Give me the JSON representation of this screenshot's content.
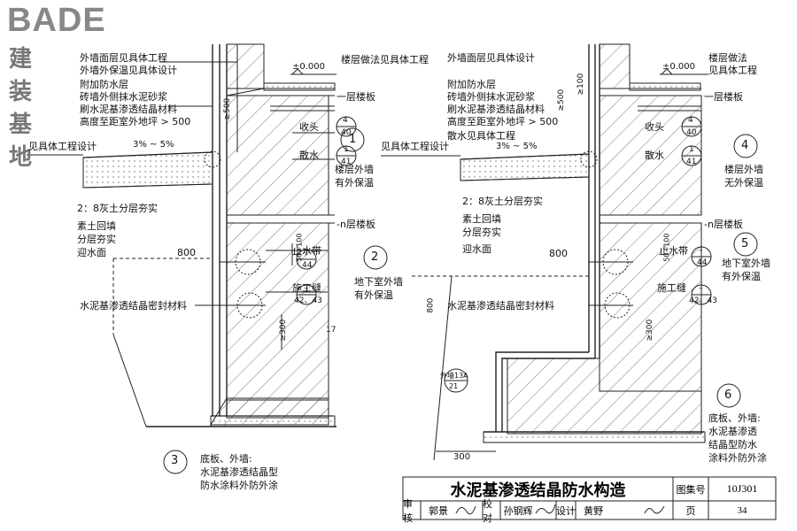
{
  "logo": {
    "brand": "BADE",
    "subtitle": "建 装 基 地"
  },
  "left": {
    "notes_top": [
      "外墙面层见具体工程",
      "外墙外保温见具体设计",
      "附加防水层",
      "砖墙外侧抹水泥砂浆",
      "刷水泥基渗透结晶材料",
      "高度至距室外地坪 > 500"
    ],
    "ground": "见具体工程设计",
    "slope": "3% ~ 5%",
    "elev": "±0.000",
    "floor_note": "楼层做法见具体工程",
    "slab": "一层楼板",
    "dim500": "≥500",
    "shoutou": "收头",
    "sanshui": "散水",
    "ref_4_40": [
      "4",
      "40"
    ],
    "ref_1_41": [
      "1",
      "41"
    ],
    "c1": "1",
    "d1": [
      "楼层外墙",
      "有外保温"
    ],
    "backfill": [
      "2：8灰土分层夯实",
      "素土回填",
      "分层夯实",
      "迎水面"
    ],
    "nslab": "-n层楼板",
    "dim800": "800",
    "zhishui": "止水带",
    "ref_44": [
      "–",
      "44"
    ],
    "c2": "2",
    "d2": [
      "地下室外墙",
      "有外保温"
    ],
    "seal": "水泥基渗透结晶密封材料",
    "shigong": "施工缝",
    "ref_42_43": [
      "–",
      "42、43"
    ],
    "dim300": "≥300",
    "dim50_100": "50~100",
    "num17": "17",
    "c3": "3",
    "d3": [
      "底板、外墙:",
      "水泥基渗透结晶型",
      "防水涂料外防外涂"
    ]
  },
  "right": {
    "notes_top": [
      "外墙面层见具体设计",
      "附加防水层",
      "砖墙外侧抹水泥砂浆",
      "刷水泥基渗透结晶材料",
      "高度至距室外地坪 > 500",
      "散水见具体工程"
    ],
    "ground": "见具体工程设计",
    "slope": "3% ~ 5%",
    "elev": "±0.000",
    "floor_note": [
      "楼层做法",
      "见具体工程"
    ],
    "slab": "一层楼板",
    "dim500": "≥500",
    "dim100": "≥100",
    "shoutou": "收头",
    "sanshui": "散水",
    "ref_4_40": [
      "4",
      "40"
    ],
    "ref_1_41": [
      "1",
      "41"
    ],
    "c4": "4",
    "d4": [
      "楼层外墙",
      "无外保温"
    ],
    "backfill": [
      "2：8灰土分层夯实",
      "素土回填",
      "分层夯实",
      "迎水面"
    ],
    "nslab": "-n层楼板",
    "c5": "5",
    "d5": [
      "地下室外墙",
      "有外保温"
    ],
    "dim800": "800",
    "dim800v": "800",
    "zhishui": "止水带",
    "ref_44": [
      "–",
      "44"
    ],
    "seal": "水泥基渗透结晶密封材料",
    "shigong": "施工缝",
    "ref_42_43": [
      "–",
      "42、43"
    ],
    "dim300": "≥300",
    "dim50_100": "50~100",
    "outer": [
      "外墙13A",
      "21"
    ],
    "dim300b": "300",
    "c6": "6",
    "d6": [
      "底板、外墙:",
      "水泥基渗透",
      "结晶型防水",
      "涂料外防外涂"
    ]
  },
  "titleblock": {
    "title": "水泥基渗透结晶防水构造",
    "atlas_label": "图集号",
    "atlas_no": "10J301",
    "review_label": "审核",
    "review_name": "郭景",
    "check_label": "校对",
    "check_name": "孙钢辉",
    "design_label": "设计",
    "design_name": "黄野",
    "page_label": "页",
    "page_no": "34"
  }
}
